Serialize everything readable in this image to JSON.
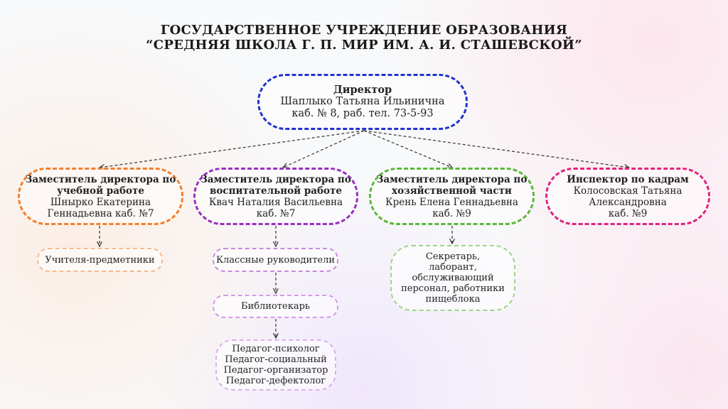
{
  "title": {
    "line1": "ГОСУДАРСТВЕННОЕ УЧРЕЖДЕНИЕ ОБРАЗОВАНИЯ",
    "line2": "“СРЕДНЯЯ ШКОЛА Г. П. МИР ИМ. А. И. СТАШЕВСКОЙ”"
  },
  "director": {
    "role": "Директор",
    "name": "Шаплыко Татьяна Ильинична",
    "contact": "каб. № 8, раб. тел. 73-5-93",
    "color": "#1f35c9"
  },
  "deputies": [
    {
      "role1": "Заместитель директора по",
      "role2": "учебной работе",
      "line1": "Шнырко Екатерина",
      "line2": "Геннадьевна каб. №7",
      "color": "#f57f2a"
    },
    {
      "role1": "Заместитель директора по",
      "role2": "воспитательной работе",
      "line1": "Квач Наталия Васильевна",
      "line2": "каб. №7",
      "color": "#9a2fc2"
    },
    {
      "role1": "Заместитель директора по",
      "role2": "хозяйственной части",
      "line1": "Крень Елена Геннадьевна",
      "line2": "каб. №9",
      "color": "#5bb83a"
    },
    {
      "role1": "Инспектор по кадрам",
      "line1": "Колосовская Татьяна",
      "line2": "Александровна",
      "line3": "каб. №9",
      "color": "#e0237f"
    }
  ],
  "subunits": {
    "teachers": "Учителя-предметники",
    "class_teachers": "Классные руководители",
    "librarian": "Библиотекарь",
    "pedagogues": [
      "Педагог-психолог",
      "Педагог-социальный",
      "Педагог-организатор",
      "Педагог-дефектолог"
    ],
    "staff": [
      "Секретарь,",
      "лаборант,",
      "обслуживающий",
      "персонал, работники",
      "пищеблока"
    ]
  }
}
